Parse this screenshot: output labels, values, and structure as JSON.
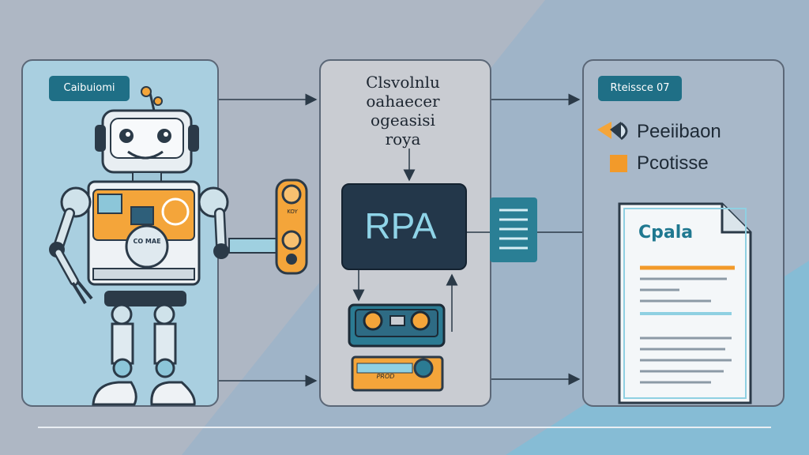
{
  "left_panel": {
    "chip_label": "Caibuiomi",
    "robot_plate_text": "CO MAE",
    "device_label": "KOY"
  },
  "middle_panel": {
    "title_lines": [
      "Clsvolnlu",
      "oahaecer",
      "ogeasisi",
      "roya"
    ],
    "rpa_label": "RPA",
    "card_label": "PROD"
  },
  "right_panel": {
    "chip_label": "Rteissce 07",
    "legend": [
      {
        "label": "Peeiibaon",
        "color": "#f4a53a",
        "icon": "chevron-left-icon"
      },
      {
        "label": "Pcotisse",
        "color": "#f29a2a",
        "icon": "square-icon"
      }
    ],
    "document_title": "Cpala"
  },
  "colors": {
    "accent_teal": "#1f6f86",
    "accent_orange": "#f4a53a",
    "dark_navy": "#23374a",
    "light_blue": "#a9cfe0"
  }
}
